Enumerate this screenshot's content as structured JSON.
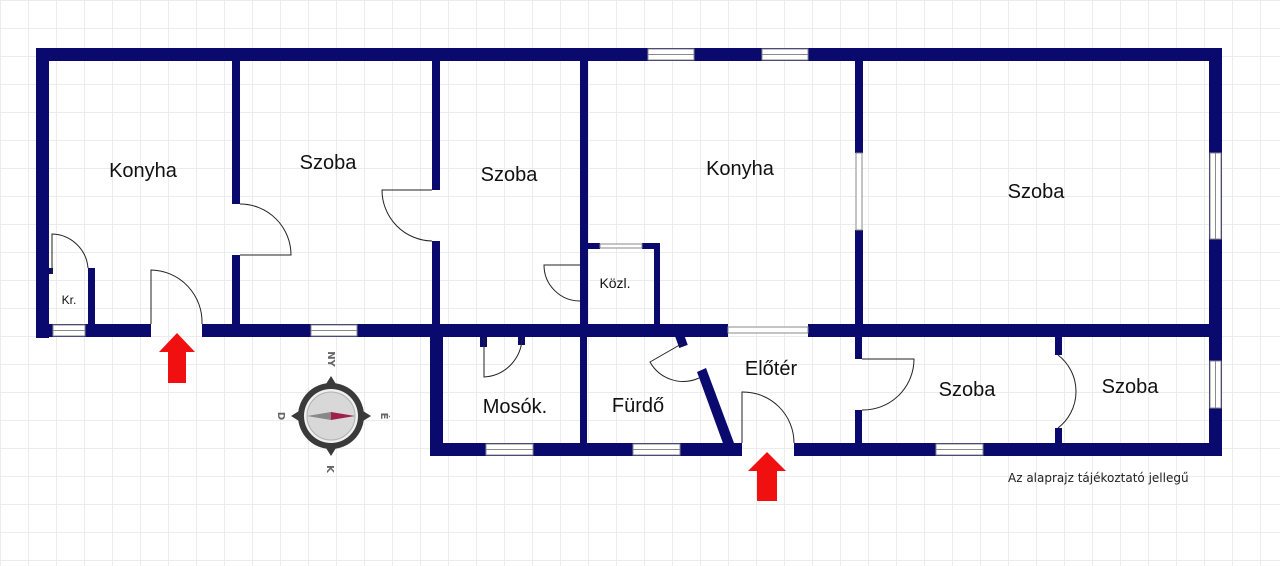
{
  "rooms": {
    "konyha_left": "Konyha",
    "szoba_1": "Szoba",
    "szoba_2": "Szoba",
    "konyha_center": "Konyha",
    "szoba_big": "Szoba",
    "kamra": "Kr.",
    "kozlekedo": "Közl.",
    "mosokonyha": "Mosók.",
    "furdo": "Fürdő",
    "eloter": "Előtér",
    "szoba_3": "Szoba",
    "szoba_4": "Szoba"
  },
  "compass": {
    "north": "NY",
    "east": "É",
    "south": "K",
    "west": "D"
  },
  "note": "Az alaprajz tájékoztató jellegű",
  "colors": {
    "wall": "#0a0a6e",
    "entrance_arrow": "#f01010",
    "background": "#ffffff"
  },
  "entrances": [
    "left-entrance-arrow",
    "center-entrance-arrow"
  ]
}
